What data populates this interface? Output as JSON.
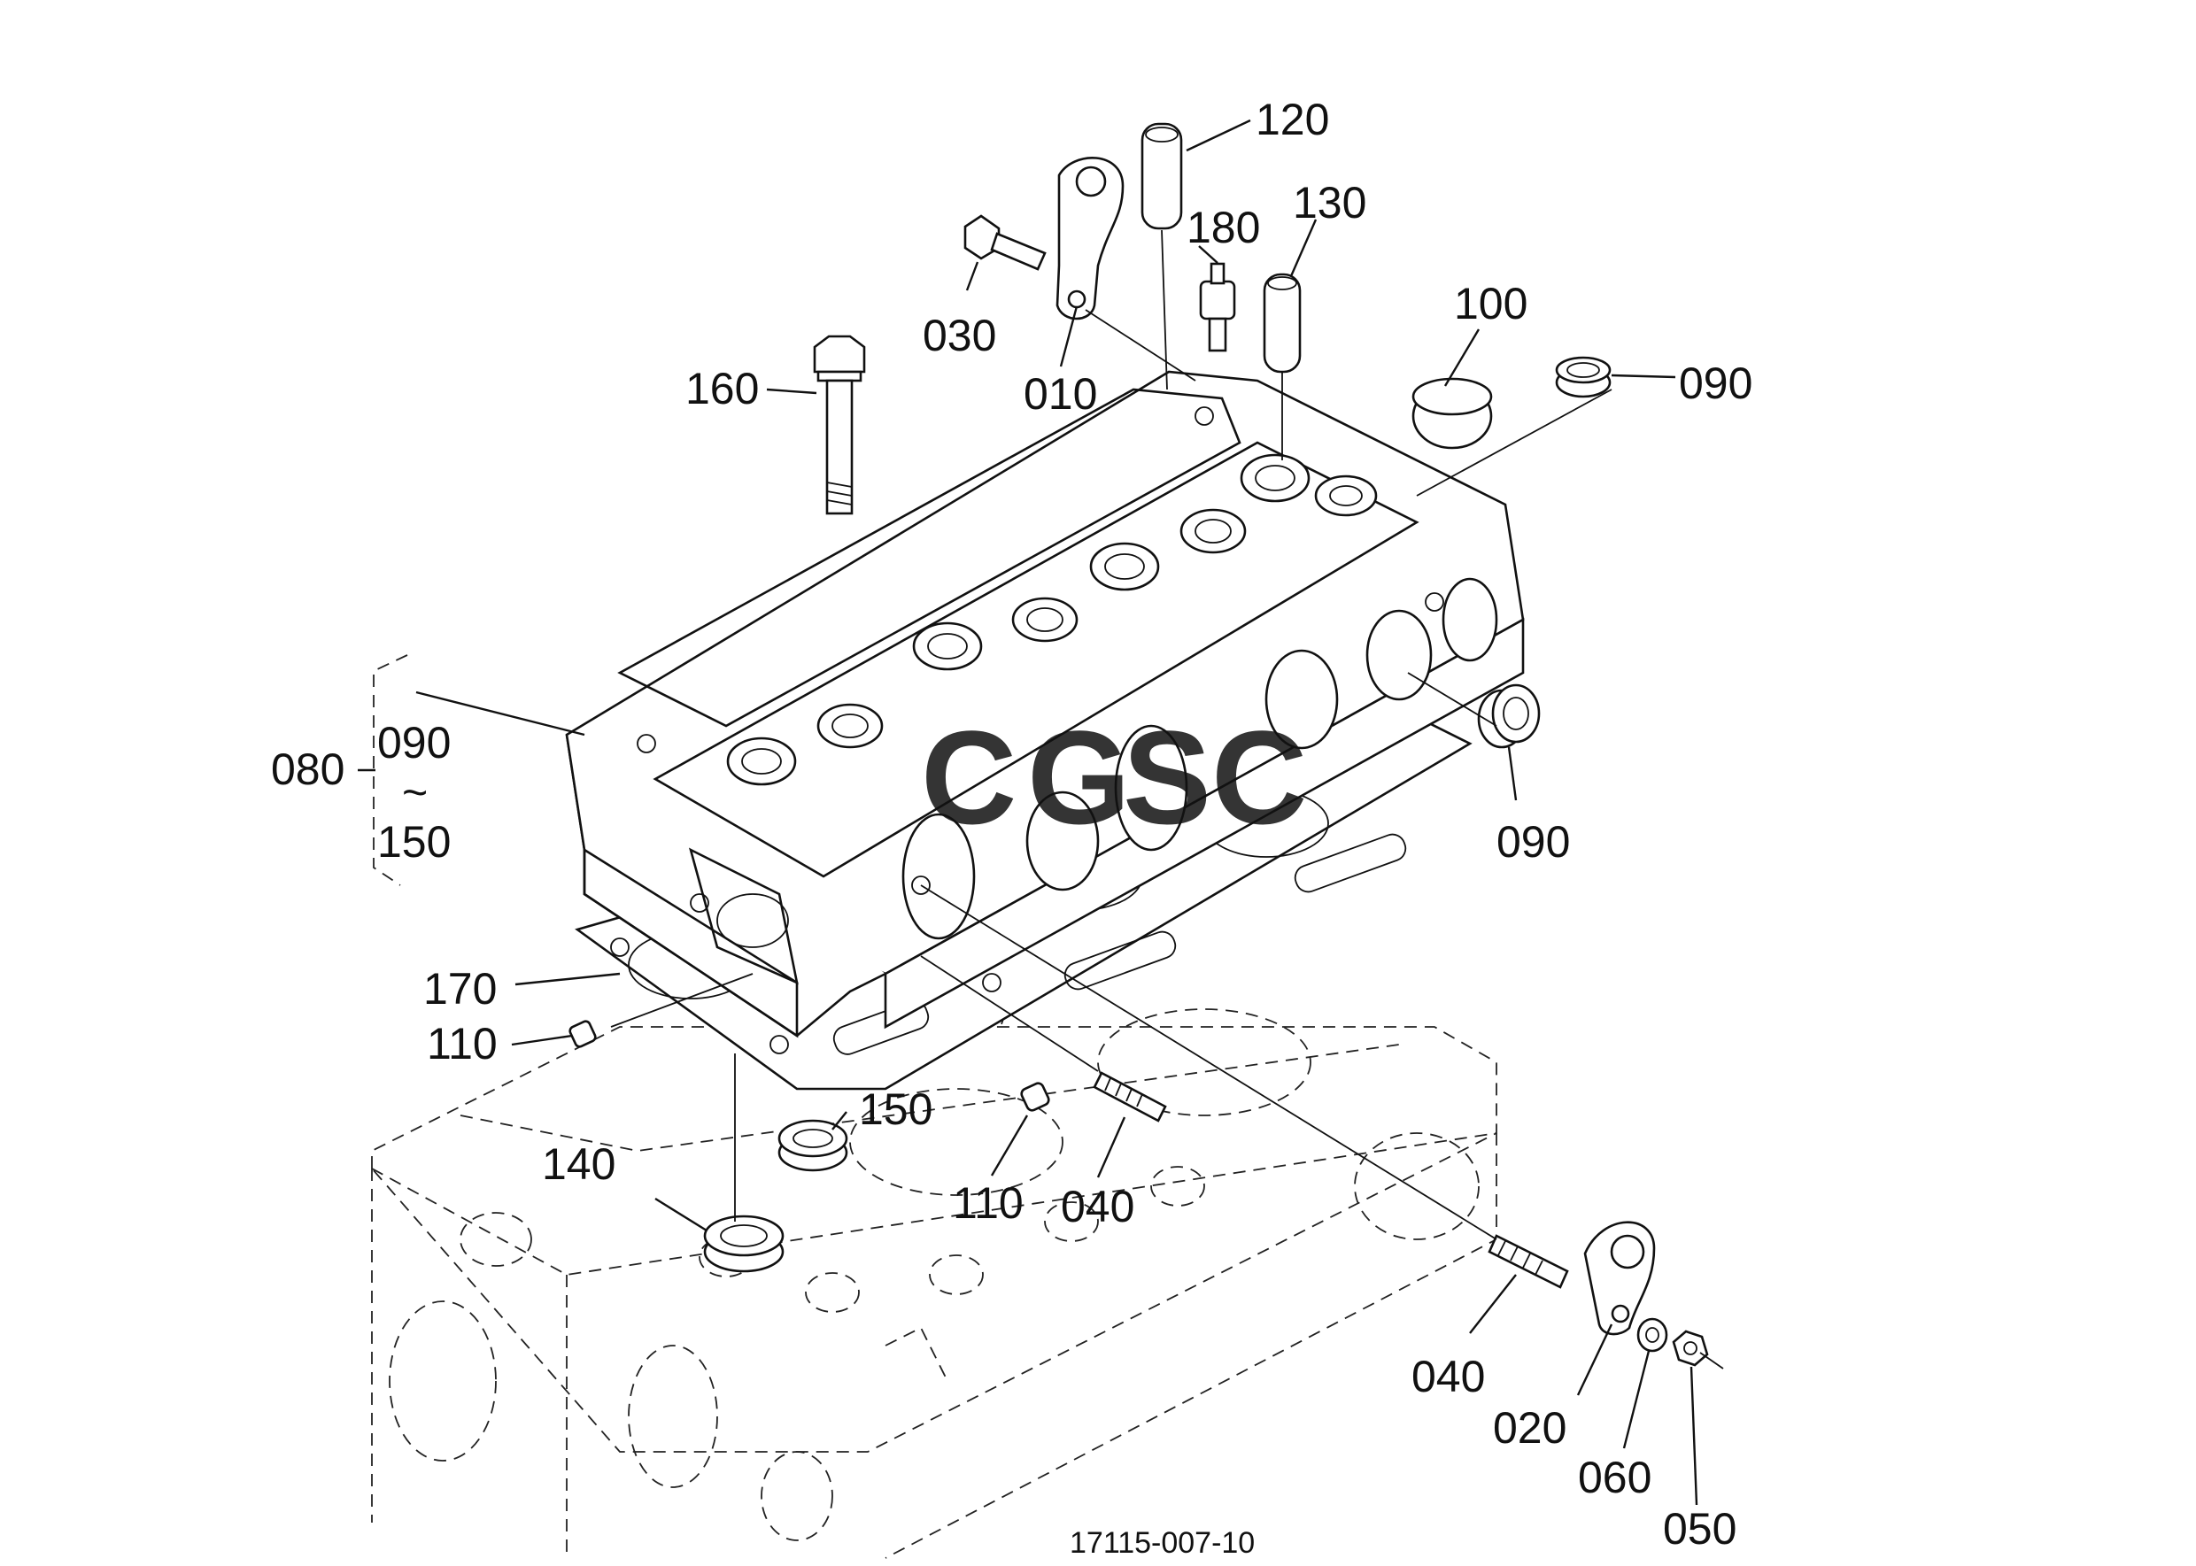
{
  "diagram": {
    "drawing_number": "17115-007-10",
    "watermark": {
      "letters": [
        "C",
        "G",
        "S",
        "C"
      ],
      "colors": [
        "#4285F4",
        "#EA4335",
        "#FBBC05",
        "#34A853"
      ]
    },
    "group_bracket": {
      "main": "080",
      "from": "090",
      "tilde": "~",
      "to": "150"
    },
    "callouts": {
      "c120": "120",
      "c180": "180",
      "c130": "130",
      "c100": "100",
      "c090a": "090",
      "c030": "030",
      "c010": "010",
      "c160": "160",
      "c090b": "090",
      "c170": "170",
      "c110a": "110",
      "c150": "150",
      "c140": "140",
      "c110b": "110",
      "c040a": "040",
      "c040b": "040",
      "c020": "020",
      "c060": "060",
      "c050": "050"
    }
  }
}
